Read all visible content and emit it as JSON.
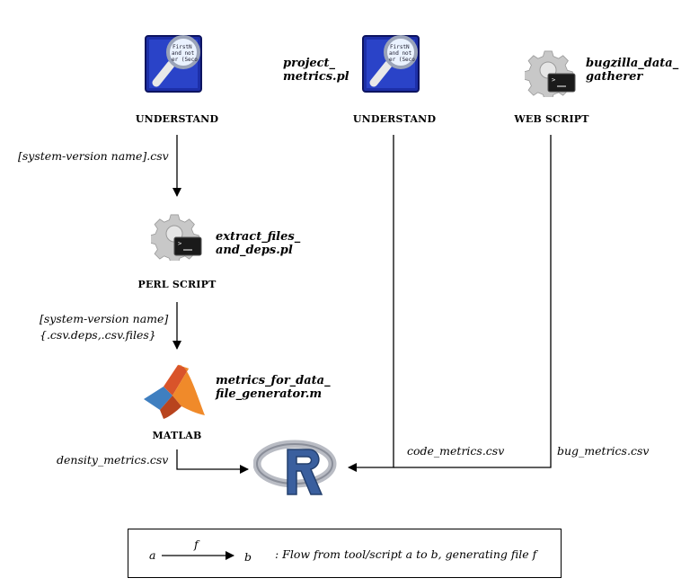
{
  "tools": {
    "understand_left": {
      "label": "UNDERSTAND",
      "icon": "understand-magnifier-icon"
    },
    "understand_right": {
      "label": "UNDERSTAND",
      "icon": "understand-magnifier-icon"
    },
    "web_script": {
      "label": "WEB SCRIPT",
      "icon": "gear-terminal-icon"
    },
    "perl_script": {
      "label": "PERL SCRIPT",
      "icon": "gear-terminal-icon"
    },
    "matlab": {
      "label": "MATLAB",
      "icon": "matlab-logo-icon"
    },
    "r": {
      "icon": "r-logo-icon"
    }
  },
  "scripts": {
    "project_metrics": {
      "line1": "project_",
      "line2": "metrics.pl"
    },
    "bugzilla": {
      "line1": "bugzilla_data_",
      "line2": "gatherer"
    },
    "extract_files": {
      "line1": "extract_files_",
      "line2": "and_deps.pl"
    },
    "metrics_for_data": {
      "line1": "metrics_for_data_",
      "line2": "file_generator.m"
    }
  },
  "files": {
    "system_version_csv": "[system-version name].csv",
    "system_version_deps_line1": "[system-version name]",
    "system_version_deps_line2": "{.csv.deps,.csv.files}",
    "density_metrics": "density_metrics.csv",
    "code_metrics": "code_metrics.csv",
    "bug_metrics": "bug_metrics.csv"
  },
  "legend": {
    "a": "a",
    "f": "f",
    "b": "b",
    "description": ": Flow from tool/script a to b, generating file f"
  }
}
